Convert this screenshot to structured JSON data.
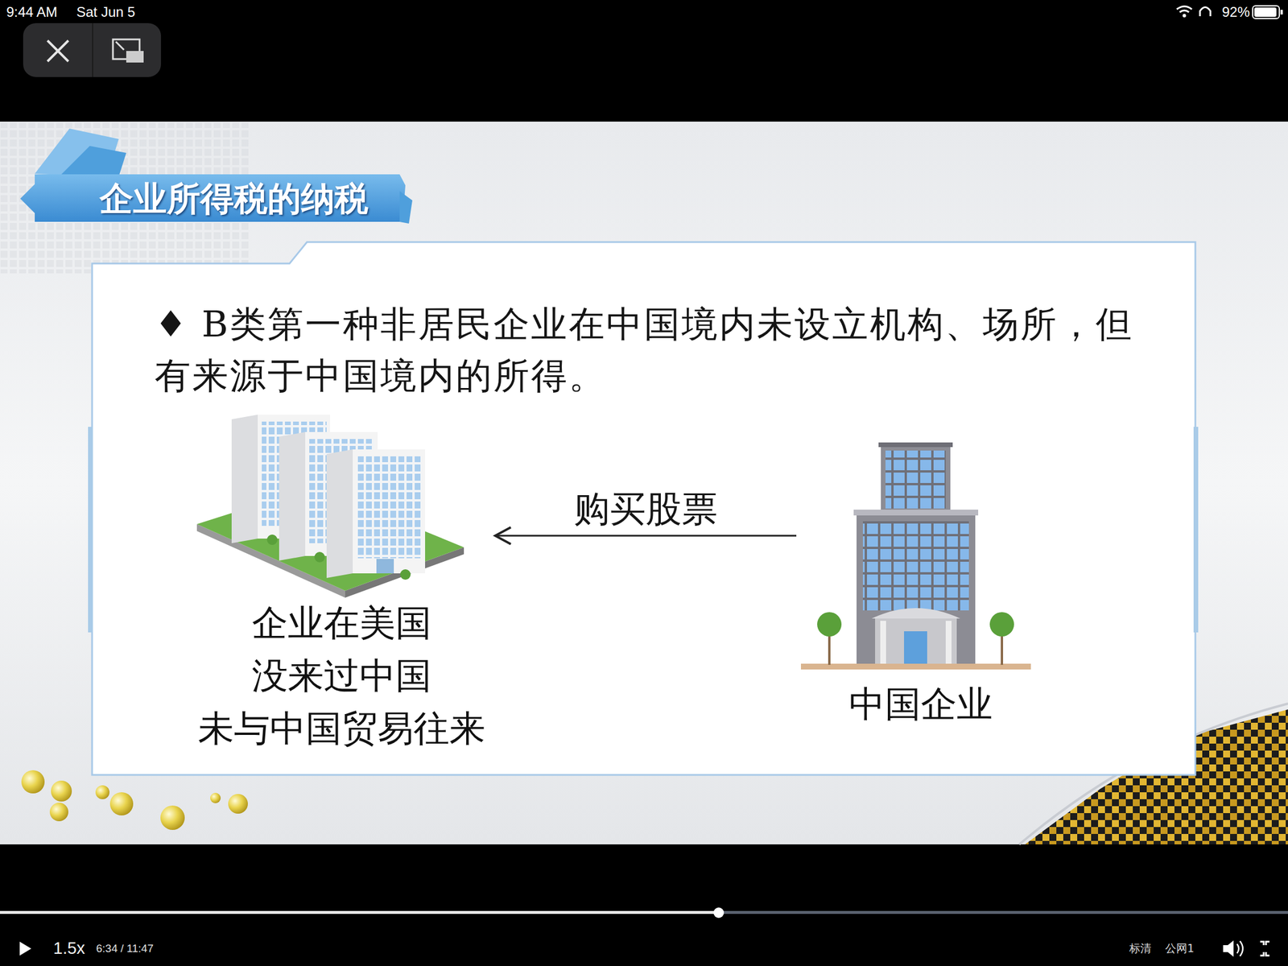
{
  "diagram": {
    "title": "企业所得税的纳税",
    "nodes": [
      {
        "text": [
          "企业在美国 没来过中国 未与中国贸易往来"
        ]
      },
      {
        "text": [
          "中国企业"
        ]
      }
    ],
    "edges": [
      {
        "from": 1,
        "to": 0,
        "arrow": "to",
        "label": "购买股票"
      }
    ],
    "labels": [
      "9:44 AM",
      "Sat Jun 5",
      "92%",
      "♦ B类第一种非居民企业在中国境内未设立机构、场所，但有来源于中国境内的所得。",
      "1.5x",
      "6:34 / 11:47",
      "标清",
      "公网1"
    ]
  }
}
